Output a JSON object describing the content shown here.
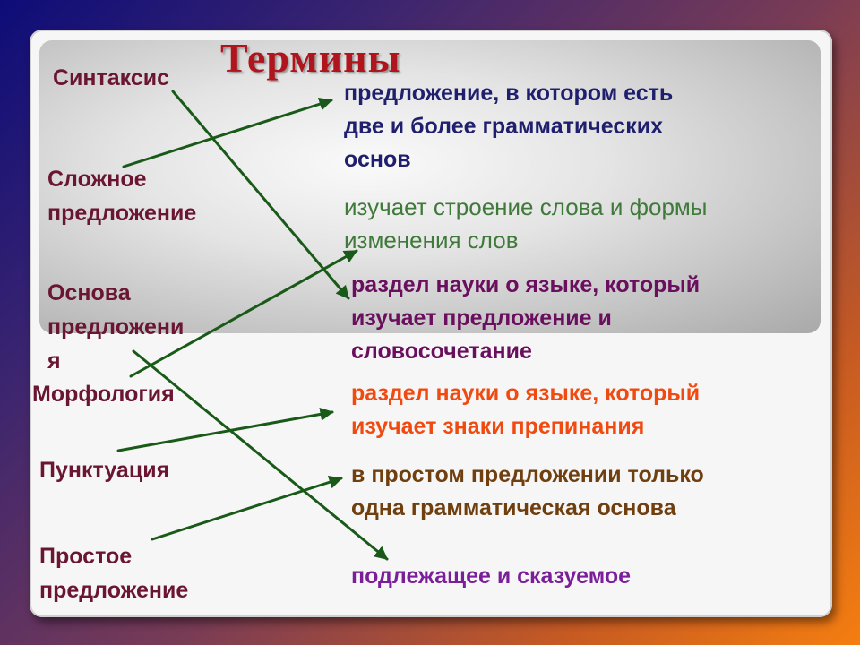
{
  "title": "Термины",
  "terms": [
    "Синтаксис",
    "Сложное предложение",
    "Основа предложения",
    "Морфология",
    "Пунктуация",
    "Простое предложение"
  ],
  "term_lines": {
    "complex": [
      "Сложное",
      "предложение"
    ],
    "basis": [
      "Основа",
      "предложени",
      "я"
    ],
    "simple": [
      "Простое",
      "предложение"
    ]
  },
  "definitions": {
    "complex_sentence": [
      "предложение, в котором есть",
      "две  и более грамматических",
      "основ"
    ],
    "morphology": [
      "изучает строение слова и формы",
      "изменения слов"
    ],
    "syntax": [
      "раздел науки о языке, который",
      "изучает предложение и",
      "словосочетание"
    ],
    "punctuation": [
      "раздел науки о языке, который",
      "изучает знаки препинания"
    ],
    "simple_sentence": [
      "в простом предложении только",
      "одна грамматическая основа"
    ],
    "basis": "подлежащее и сказуемое"
  },
  "colors": {
    "title": "#b0151d",
    "term": "#6a1632",
    "complex_sentence": "#1f1f6e",
    "morphology": "#3f7a3a",
    "syntax": "#6a0f5e",
    "punctuation": "#f04a10",
    "simple_sentence": "#6f3f0f",
    "basis": "#7b1e9a",
    "arrow": "#1a5a18"
  }
}
